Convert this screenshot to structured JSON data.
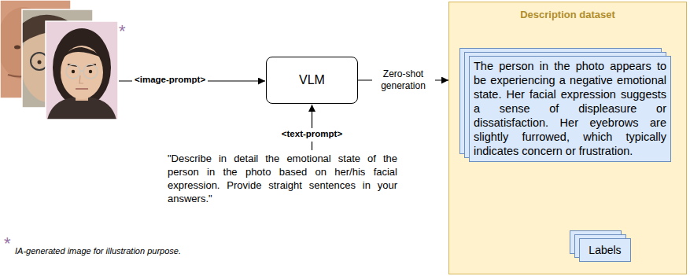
{
  "diagram": {
    "nodes": [
      {
        "text": [
          "VLM"
        ]
      },
      {
        "text": [
          "Description dataset"
        ]
      },
      {
        "text": [
          "The person in the photo appears to be experiencing a negative emotional state. Her facial expression suggests a sense of displeasure or dissatisfaction. Her eyebrows are slightly furrowed, which typically indicates concern or frustration."
        ],
        "in": 1
      },
      {
        "text": [
          "Labels"
        ],
        "in": 1
      }
    ],
    "edges": [
      {
        "from": 0,
        "to": 1,
        "label": "Zero-shot generation",
        "arrow": "to"
      }
    ],
    "labels": [
      "*",
      "<image-prompt>",
      "<text-prompt>",
      "\"Describe in detail the emotional state of the person in the photo based on her/his facial expression. Provide straight sentences in your answers.\"",
      "*",
      "IA-generated image for illustration purpose."
    ]
  }
}
